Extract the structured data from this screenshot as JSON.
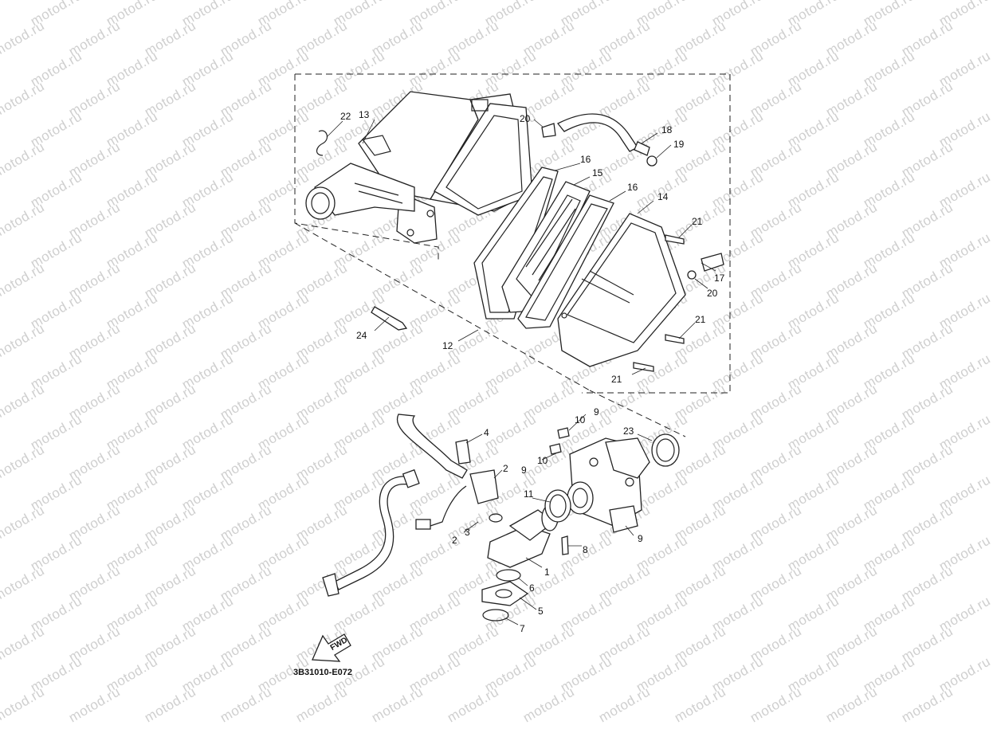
{
  "watermark": {
    "text": "motod.ru",
    "color": "#cfcfcf"
  },
  "diagram": {
    "code": "3B31010-E072",
    "fwd_label": "FWD",
    "callouts": [
      {
        "id": "c13",
        "label": "13"
      },
      {
        "id": "c22",
        "label": "22"
      },
      {
        "id": "c20a",
        "label": "20"
      },
      {
        "id": "c18",
        "label": "18"
      },
      {
        "id": "c19",
        "label": "19"
      },
      {
        "id": "c16a",
        "label": "16"
      },
      {
        "id": "c15",
        "label": "15"
      },
      {
        "id": "c16b",
        "label": "16"
      },
      {
        "id": "c14",
        "label": "14"
      },
      {
        "id": "c21a",
        "label": "21"
      },
      {
        "id": "c17",
        "label": "17"
      },
      {
        "id": "c20b",
        "label": "20"
      },
      {
        "id": "c21b",
        "label": "21"
      },
      {
        "id": "c21c",
        "label": "21"
      },
      {
        "id": "c24",
        "label": "24"
      },
      {
        "id": "c12",
        "label": "12"
      },
      {
        "id": "c10a",
        "label": "10"
      },
      {
        "id": "c9a",
        "label": "9"
      },
      {
        "id": "c23",
        "label": "23"
      },
      {
        "id": "c4",
        "label": "4"
      },
      {
        "id": "c2a",
        "label": "2"
      },
      {
        "id": "c9b",
        "label": "9"
      },
      {
        "id": "c10b",
        "label": "10"
      },
      {
        "id": "c11",
        "label": "11"
      },
      {
        "id": "c3",
        "label": "3"
      },
      {
        "id": "c2b",
        "label": "2"
      },
      {
        "id": "c8",
        "label": "8"
      },
      {
        "id": "c9c",
        "label": "9"
      },
      {
        "id": "c1",
        "label": "1"
      },
      {
        "id": "c6",
        "label": "6"
      },
      {
        "id": "c5",
        "label": "5"
      },
      {
        "id": "c7",
        "label": "7"
      }
    ]
  }
}
